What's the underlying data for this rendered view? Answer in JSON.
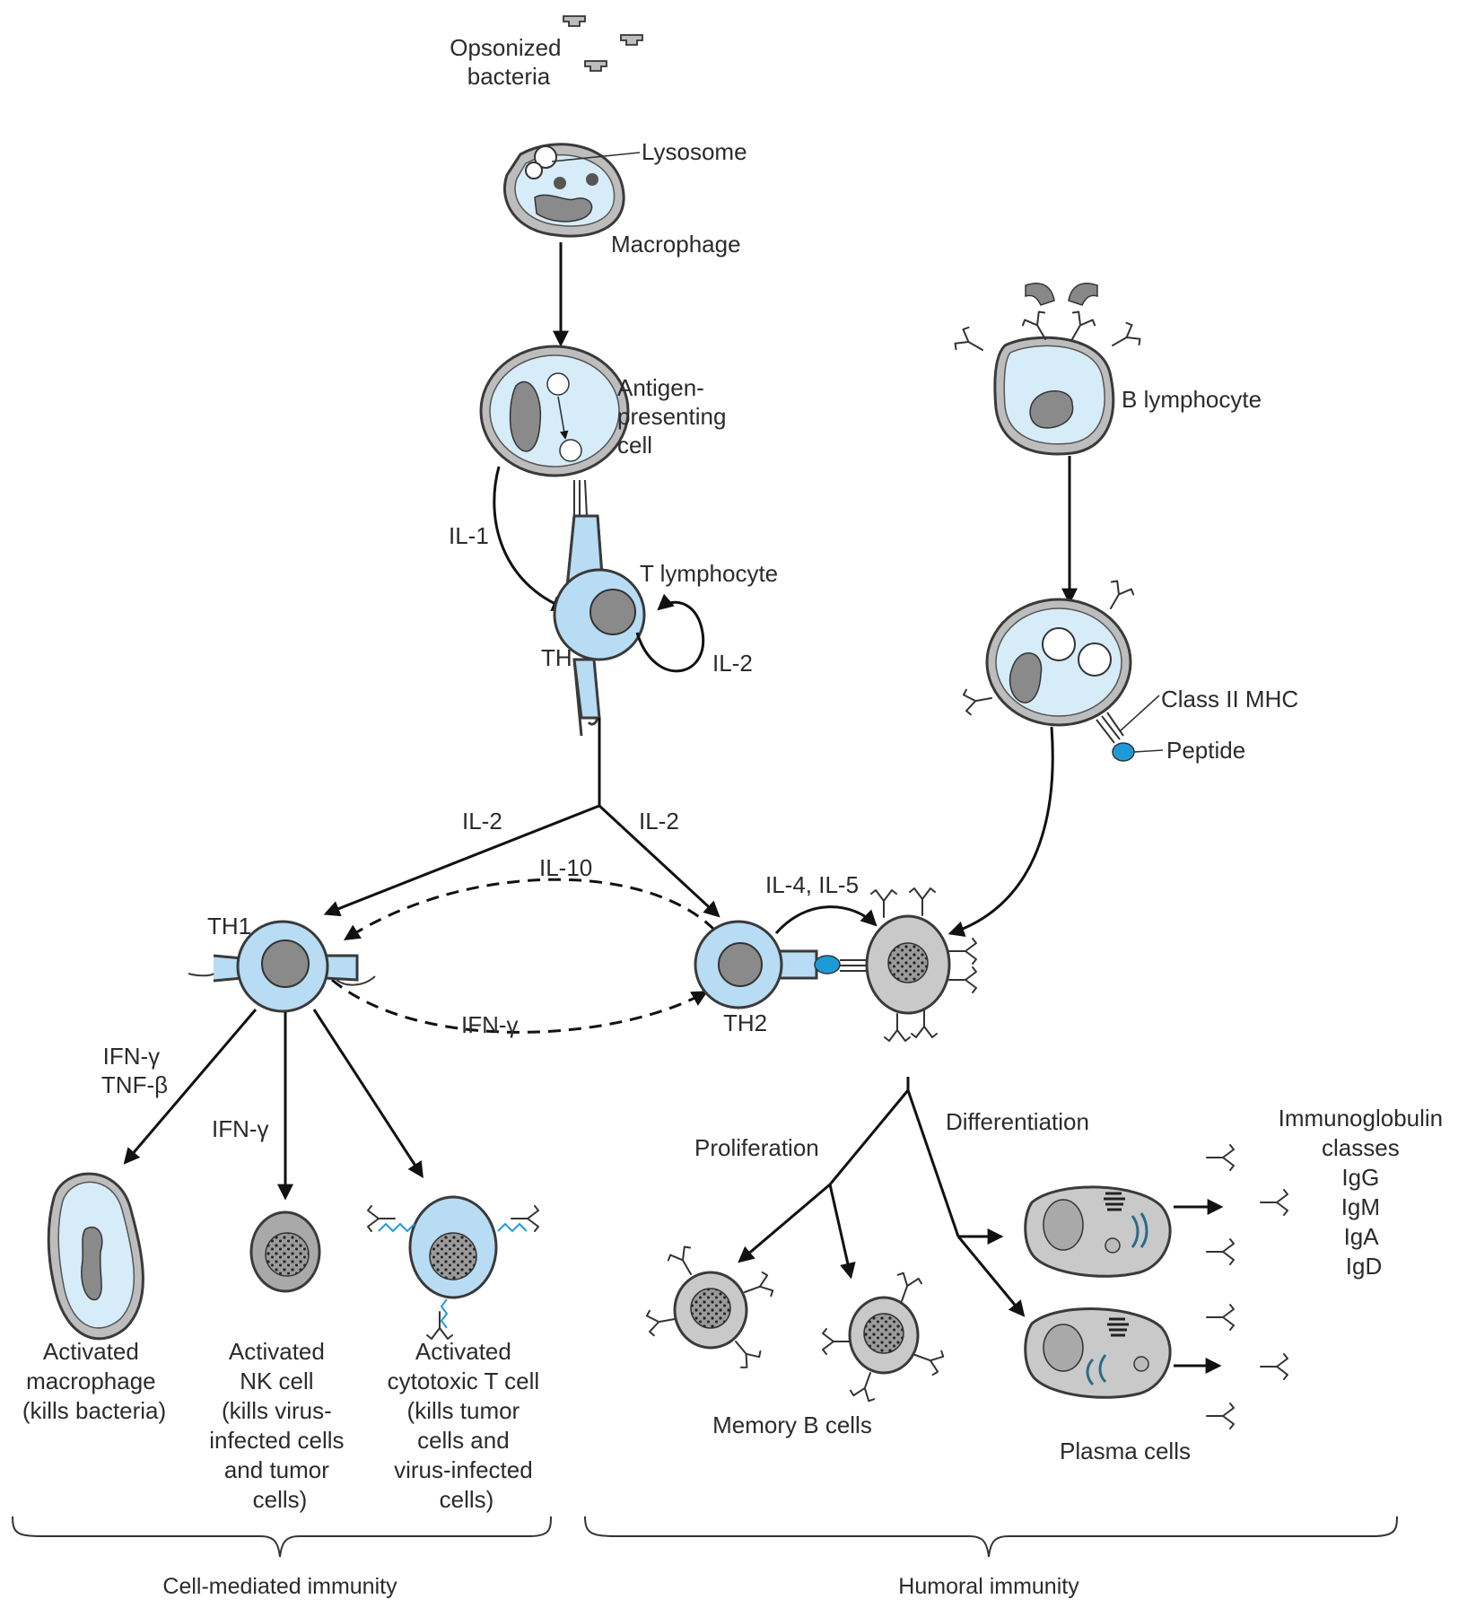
{
  "labels": {
    "opsonized_bacteria": [
      "Opsonized",
      "bacteria"
    ],
    "lysosome": "Lysosome",
    "macrophage": "Macrophage",
    "antigen_presenting_cell": [
      "Antigen-",
      "presenting",
      "cell"
    ],
    "il1": "IL-1",
    "t_lymphocyte": "T lymphocyte",
    "th": "TH",
    "il2_loop": "IL-2",
    "b_lymphocyte": "B lymphocyte",
    "class_ii_mhc": "Class II MHC",
    "peptide": "Peptide",
    "il2_left": "IL-2",
    "il2_right": "IL-2",
    "il10": "IL-10",
    "il4_il5": "IL-4, IL-5",
    "th1": "TH1",
    "th2": "TH2",
    "ifn_gamma_mid": "IFN-γ",
    "ifn_tnf": [
      "IFN-γ",
      "TNF-β"
    ],
    "ifn_gamma_nk": "IFN-γ",
    "proliferation": "Proliferation",
    "differentiation": "Differentiation",
    "immunoglobulin_classes": [
      "Immunoglobulin",
      "classes",
      "IgG",
      "IgM",
      "IgA",
      "IgD"
    ],
    "activated_macrophage": [
      "Activated",
      "macrophage",
      "(kills bacteria)"
    ],
    "activated_nk": [
      "Activated",
      "NK cell",
      "(kills virus-",
      "infected cells",
      "and tumor",
      "cells)"
    ],
    "activated_ctl": [
      "Activated",
      "cytotoxic T cell",
      "(kills tumor",
      "cells and",
      "virus-infected",
      "cells)"
    ],
    "memory_b_cells": "Memory B cells",
    "plasma_cells": "Plasma cells",
    "cell_mediated_immunity": "Cell-mediated immunity",
    "humoral_immunity": "Humoral immunity"
  },
  "colors": {
    "cytoplasm_blue": "#d6ecf8",
    "tcell_blue": "#b7dcf3",
    "peptide_blue": "#1e9bd7",
    "nucleus_gray": "#8a8a8a",
    "bcell_gray": "#c9c9c9",
    "outline": "#3a3a3a"
  }
}
